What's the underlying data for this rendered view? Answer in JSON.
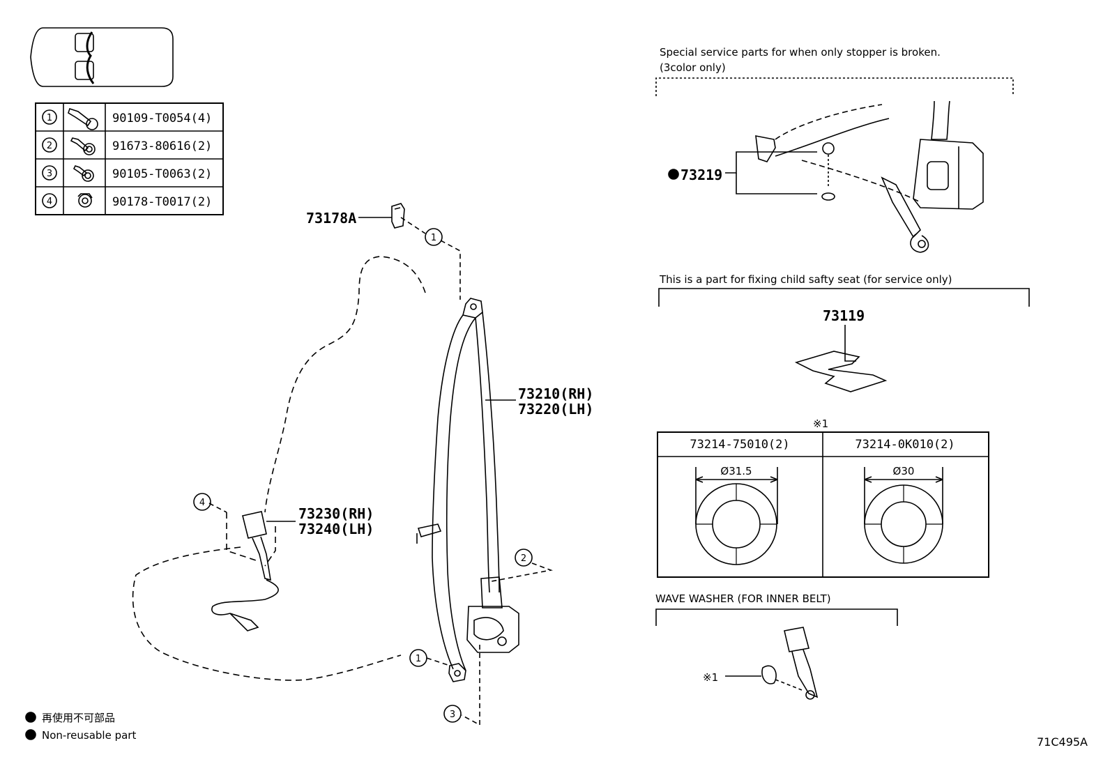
{
  "fastener_table": [
    {
      "index": "1",
      "part": "90109-T0054(4)"
    },
    {
      "index": "2",
      "part": "91673-80616(2)"
    },
    {
      "index": "3",
      "part": "90105-T0063(2)"
    },
    {
      "index": "4",
      "part": "90178-T0017(2)"
    }
  ],
  "callouts": {
    "p73178A": "73178A",
    "p73210": "73210(RH)",
    "p73220": "73220(LH)",
    "p73230": "73230(RH)",
    "p73240": "73240(LH)",
    "p73219": "73219",
    "p73119": "73119"
  },
  "circle_refs": {
    "one_a": "1",
    "one_b": "1",
    "two": "2",
    "three": "3",
    "four": "4"
  },
  "notes": {
    "stopper_line1": "Special service parts for when only stopper is broken.",
    "stopper_line2": "(3color only)",
    "child_seat": "This is a part for fixing child safty seat (for service only)",
    "wave_washer": "WAVE WASHER (FOR INNER BELT)",
    "ref_mark": "※1",
    "ref_mark_label": "※1"
  },
  "washer_table": {
    "col1_part": "73214-75010(2)",
    "col1_dim": "Ø31.5",
    "col2_part": "73214-0K010(2)",
    "col2_dim": "Ø30"
  },
  "legend": {
    "jp": "再使用不可部品",
    "en": "Non-reusable part"
  },
  "figure_code": "71C495A"
}
